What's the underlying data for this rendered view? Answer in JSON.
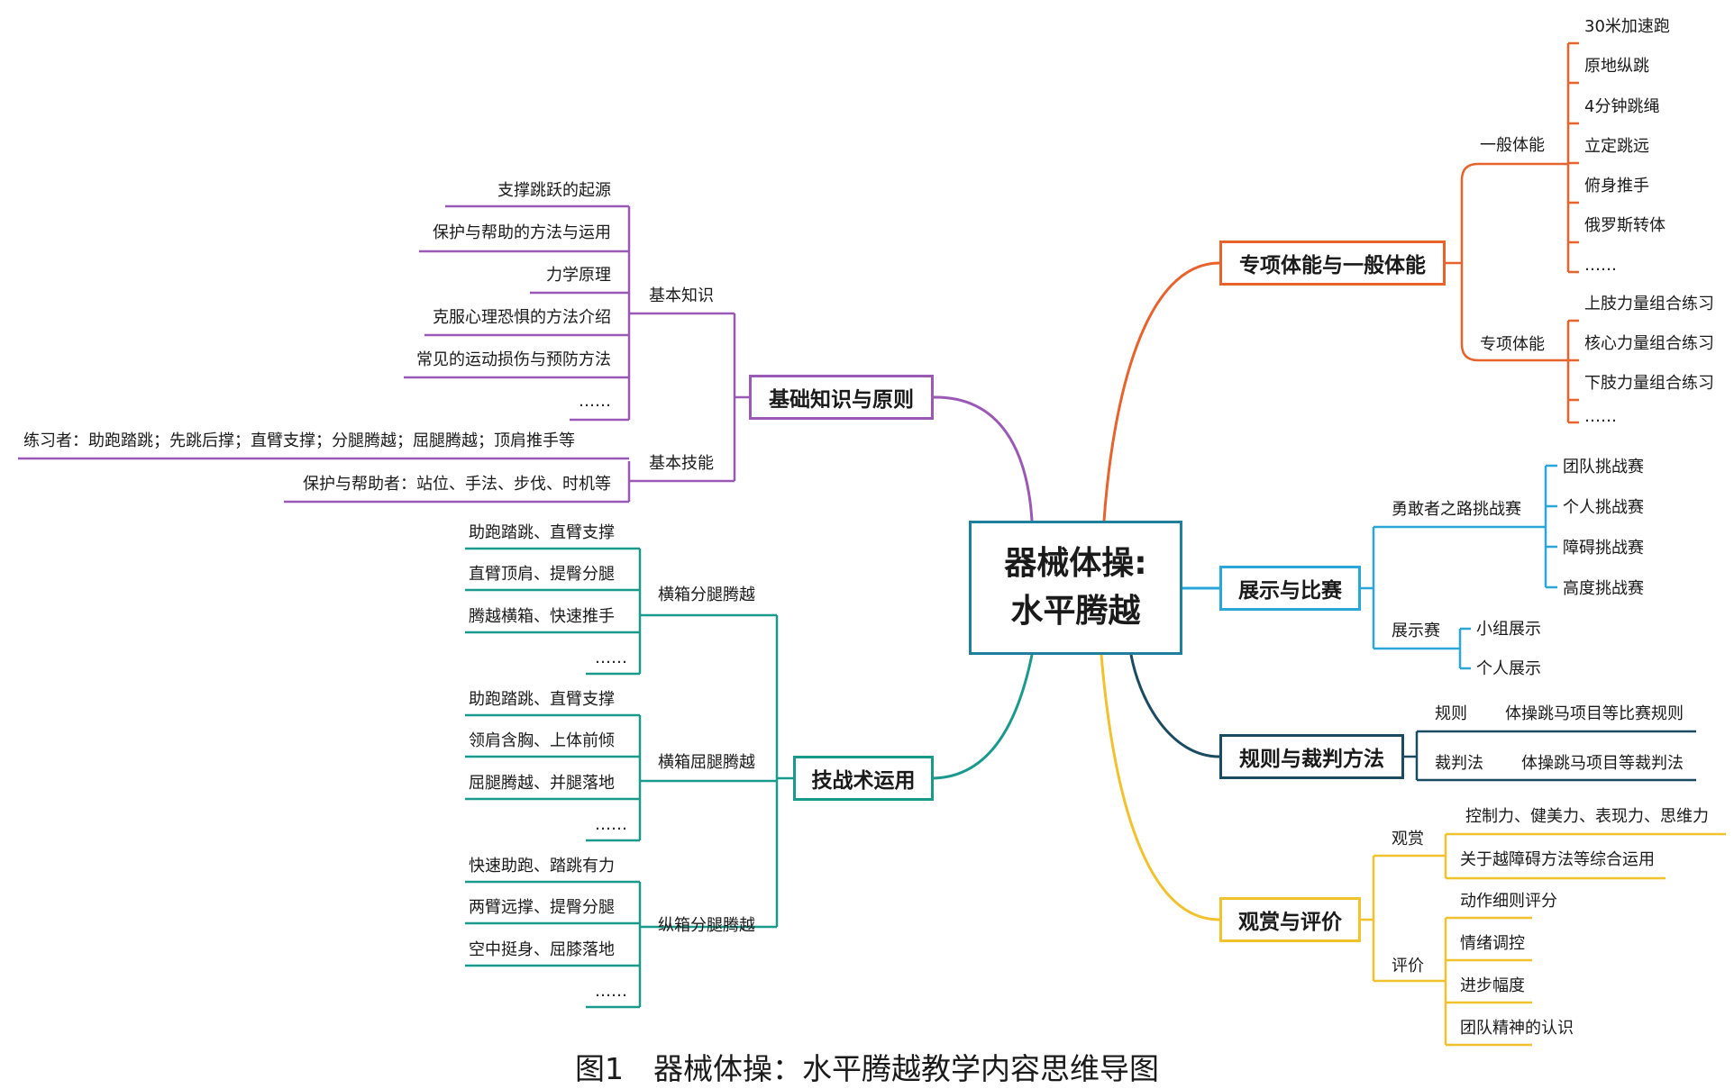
{
  "root": {
    "line1": "器械体操:",
    "line2": "水平腾越",
    "border_color": "#1f7f9d"
  },
  "caption": "图1　器械体操：水平腾越教学内容思维导图",
  "branches": {
    "jichu": {
      "title": "基础知识与原则",
      "color": "#9b59b6",
      "zhishi": {
        "title": "基本知识",
        "items": [
          "支撑跳跃的起源",
          "保护与帮助的方法与运用",
          "力学原理",
          "克服心理恐惧的方法介绍",
          "常见的运动损伤与预防方法",
          "……"
        ]
      },
      "jineng": {
        "title": "基本技能",
        "items": [
          "练习者：助跑踏跳；先跳后撑；直臂支撑；分腿腾越；屈腿腾越；顶肩推手等",
          "保护与帮助者：站位、手法、步伐、时机等"
        ]
      }
    },
    "jizhanshu": {
      "title": "技战术运用",
      "color": "#1a9a8c",
      "groups": [
        {
          "title": "横箱分腿腾越",
          "items": [
            "助跑踏跳、直臂支撑",
            "直臂顶肩、提臀分腿",
            "腾越横箱、快速推手",
            "……"
          ]
        },
        {
          "title": "横箱屈腿腾越",
          "items": [
            "助跑踏跳、直臂支撑",
            "领肩含胸、上体前倾",
            "屈腿腾越、并腿落地",
            "……"
          ]
        },
        {
          "title": "纵箱分腿腾越",
          "items": [
            "快速助跑、踏跳有力",
            "两臂远撑、提臀分腿",
            "空中挺身、屈膝落地",
            "……"
          ]
        }
      ]
    },
    "tineng": {
      "title": "专项体能与一般体能",
      "color": "#e8622c",
      "yiban": {
        "title": "一般体能",
        "items": [
          "30米加速跑",
          "原地纵跳",
          "4分钟跳绳",
          "立定跳远",
          "俯身推手",
          "俄罗斯转体",
          "……"
        ]
      },
      "zhuanxiang": {
        "title": "专项体能",
        "items": [
          "上肢力量组合练习",
          "核心力量组合练习",
          "下肢力量组合练习",
          "……"
        ]
      }
    },
    "zhanshi": {
      "title": "展示与比赛",
      "color": "#2ba6d9",
      "yonggan": {
        "title": "勇敢者之路挑战赛",
        "items": [
          "团队挑战赛",
          "个人挑战赛",
          "障碍挑战赛",
          "高度挑战赛"
        ]
      },
      "zhanshisai": {
        "title": "展示赛",
        "items": [
          "小组展示",
          "个人展示"
        ]
      }
    },
    "guize": {
      "title": "规则与裁判方法",
      "color": "#1b4a63",
      "rows": [
        {
          "label": "规则",
          "value": "体操跳马项目等比赛规则"
        },
        {
          "label": "裁判法",
          "value": "体操跳马项目等裁判法"
        }
      ]
    },
    "guanshang": {
      "title": "观赏与评价",
      "color": "#f2c12e",
      "guan": {
        "title": "观赏",
        "items": [
          "控制力、健美力、表现力、思维力",
          "关于越障碍方法等综合运用"
        ]
      },
      "ping": {
        "title": "评价",
        "items": [
          "动作细则评分",
          "情绪调控",
          "进步幅度",
          "团队精神的认识"
        ]
      }
    }
  }
}
